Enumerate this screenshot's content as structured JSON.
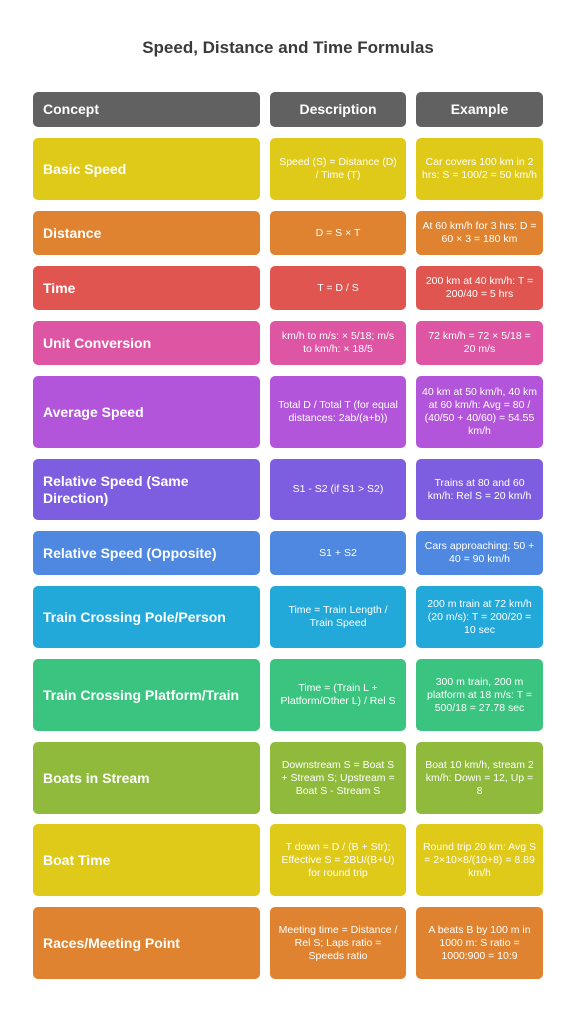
{
  "title": "Speed, Distance and Time Formulas",
  "headers": {
    "concept": "Concept",
    "description": "Description",
    "example": "Example"
  },
  "rows": [
    {
      "concept": "Basic Speed",
      "description": "Speed (S) = Distance (D) / Time (T)",
      "example": "Car covers 100 km in 2 hrs: S = 100/2 = 50 km/h",
      "color": "#dfc919"
    },
    {
      "concept": "Distance",
      "description": "D = S × T",
      "example": "At 60 km/h for 3 hrs: D = 60 × 3 = 180 km",
      "color": "#df8330"
    },
    {
      "concept": "Time",
      "description": "T = D / S",
      "example": "200 km at 40 km/h: T = 200/40 = 5 hrs",
      "color": "#e05550"
    },
    {
      "concept": "Unit Conversion",
      "description": "km/h to m/s: × 5/18; m/s to km/h: × 18/5",
      "example": "72 km/h = 72 × 5/18 = 20 m/s",
      "color": "#dd55a3"
    },
    {
      "concept": "Average Speed",
      "description": "Total D / Total T (for equal distances: 2ab/(a+b))",
      "example": "40 km at 50 km/h, 40 km at 60 km/h: Avg = 80 / (40/50 + 40/60) = 54.55 km/h",
      "color": "#b355db"
    },
    {
      "concept": "Relative Speed (Same Direction)",
      "description": "S1 - S2 (if S1 > S2)",
      "example": "Trains at 80 and 60 km/h: Rel S = 20 km/h",
      "color": "#7e5ee0"
    },
    {
      "concept": "Relative Speed (Opposite)",
      "description": "S1 + S2",
      "example": "Cars approaching: 50 + 40 = 90 km/h",
      "color": "#4f88e1"
    },
    {
      "concept": "Train Crossing Pole/Person",
      "description": "Time = Train Length / Train Speed",
      "example": "200 m train at 72 km/h (20 m/s): T = 200/20 = 10 sec",
      "color": "#23a8da"
    },
    {
      "concept": "Train Crossing Platform/Train",
      "description": "Time = (Train L + Platform/Other L) / Rel S",
      "example": "300 m train, 200 m platform at 18 m/s: T = 500/18 = 27.78 sec",
      "color": "#3ac47f"
    },
    {
      "concept": "Boats in Stream",
      "description": "Downstream S = Boat S + Stream S; Upstream = Boat S - Stream S",
      "example": "Boat 10 km/h, stream 2 km/h: Down = 12, Up = 8",
      "color": "#8fba3b"
    },
    {
      "concept": "Boat Time",
      "description": "T down = D / (B + Str); Effective S = 2BU/(B+U) for round trip",
      "example": "Round trip 20 km: Avg S = 2×10×8/(10+8) = 8.89 km/h",
      "color": "#dfc919"
    },
    {
      "concept": "Races/Meeting Point",
      "description": "Meeting time = Distance / Rel S; Laps ratio = Speeds ratio",
      "example": "A beats B by 100 m in 1000 m: S ratio = 1000:900 = 10:9",
      "color": "#df8330"
    }
  ]
}
